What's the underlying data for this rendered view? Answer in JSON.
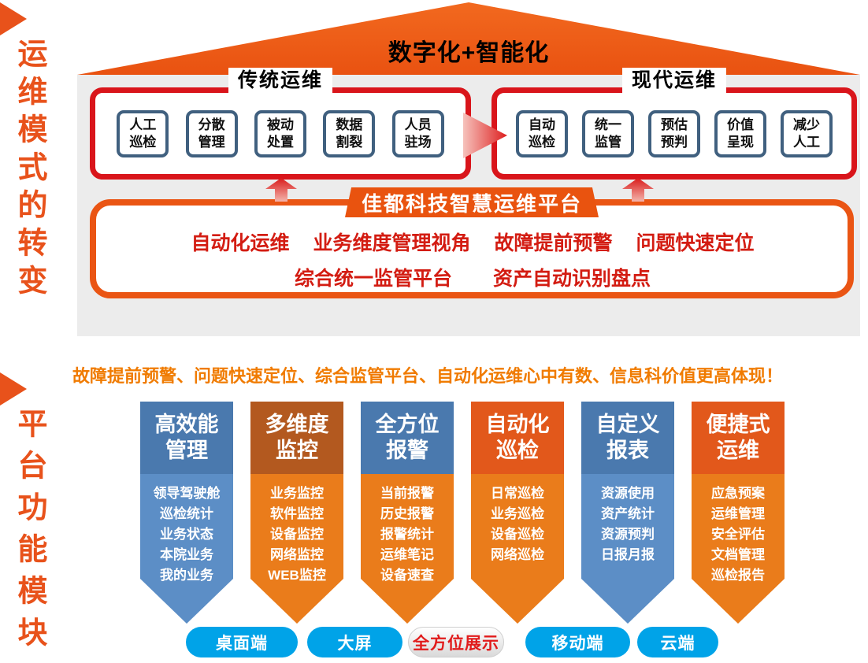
{
  "colors": {
    "accent_orange": "#ea5514",
    "side_title_orange": "#e8521b",
    "red_box_border": "#d9151b",
    "mini_box_border": "#40607f",
    "feature_text_red": "#d31c12",
    "headline_orange": "#f07b00",
    "banner_blue_header": "#4a79ae",
    "banner_blue_body": "#5c8ec6",
    "banner_orange_header_dark": "#b3591f",
    "banner_orange_header": "#e2581b",
    "banner_orange_body": "#ea7c1b",
    "pill_blue": "#00a3e8",
    "pill_highlight_text_red": "#e11b1b"
  },
  "top_section": {
    "side_title": "运维模式的转变",
    "roof_title": "数字化+智能化",
    "traditional": {
      "title": "传统运维",
      "items": [
        [
          "人工",
          "巡检"
        ],
        [
          "分散",
          "管理"
        ],
        [
          "被动",
          "处置"
        ],
        [
          "数据",
          "割裂"
        ],
        [
          "人员",
          "驻场"
        ]
      ]
    },
    "modern": {
      "title": "现代运维",
      "items": [
        [
          "自动",
          "巡检"
        ],
        [
          "统一",
          "监管"
        ],
        [
          "预估",
          "预判"
        ],
        [
          "价值",
          "呈现"
        ],
        [
          "减少",
          "人工"
        ]
      ]
    },
    "platform": {
      "banner_title": "佳都科技智慧运维平台",
      "features_line1": [
        "自动化运维",
        "业务维度管理视角",
        "故障提前预警",
        "问题快速定位"
      ],
      "features_line2": [
        "综合统一监管平台",
        "资产自动识别盘点"
      ]
    }
  },
  "bottom_section": {
    "side_title": "平台功能模块",
    "headline": "故障提前预警、问题快速定位、综合监管平台、自动化运维心中有数、信息科价值更高体现！",
    "modules": [
      {
        "title": [
          "高效能",
          "管理"
        ],
        "items": [
          "领导驾驶舱",
          "巡检统计",
          "业务状态",
          "本院业务",
          "我的业务"
        ]
      },
      {
        "title": [
          "多维度",
          "监控"
        ],
        "items": [
          "业务监控",
          "软件监控",
          "设备监控",
          "网络监控",
          "WEB监控"
        ]
      },
      {
        "title": [
          "全方位",
          "报警"
        ],
        "items": [
          "当前报警",
          "历史报警",
          "报警统计",
          "运维笔记",
          "设备速查"
        ]
      },
      {
        "title": [
          "自动化",
          "巡检"
        ],
        "items": [
          "日常巡检",
          "业务巡检",
          "设备巡检",
          "网络巡检"
        ]
      },
      {
        "title": [
          "自定义",
          "报表"
        ],
        "items": [
          "资源使用",
          "资产统计",
          "资源预判",
          "日报月报"
        ]
      },
      {
        "title": [
          "便捷式",
          "运维"
        ],
        "items": [
          "应急预案",
          "运维管理",
          "安全评估",
          "文档管理",
          "巡检报告"
        ]
      }
    ],
    "pills": [
      "桌面端",
      "大屏",
      "全方位展示",
      "移动端",
      "云端"
    ]
  }
}
